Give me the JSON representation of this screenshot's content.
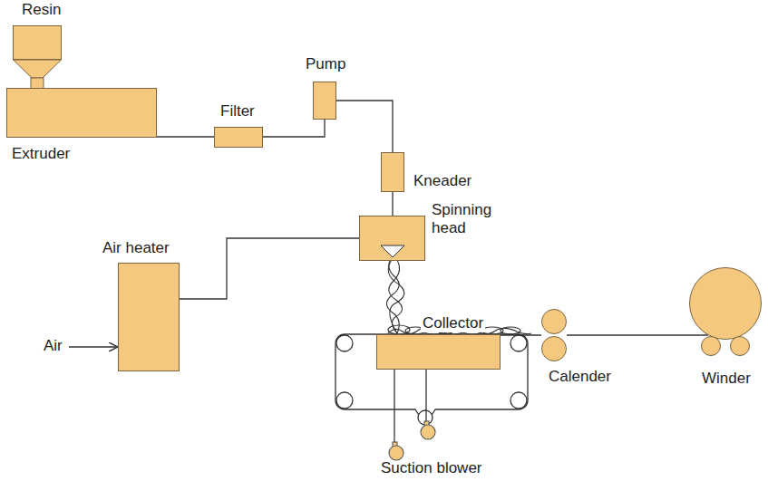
{
  "diagram": {
    "nodes": [
      {
        "text": [
          "Resin"
        ]
      },
      {
        "text": [
          "Extruder"
        ]
      },
      {
        "text": [
          "Filter"
        ]
      },
      {
        "text": [
          "Pump"
        ]
      },
      {
        "text": [
          "Kneader"
        ]
      },
      {
        "text": [
          "Spinning head"
        ]
      },
      {
        "text": [
          "Air heater"
        ]
      },
      {
        "text": [
          "Collector"
        ]
      },
      {
        "text": [
          "Calender"
        ]
      },
      {
        "text": [
          "Winder"
        ]
      }
    ],
    "edges": [
      {
        "from": 1,
        "to": 2,
        "arrow": "none"
      },
      {
        "from": 2,
        "to": 3,
        "arrow": "none"
      },
      {
        "from": 3,
        "to": 4,
        "arrow": "none"
      },
      {
        "from": 4,
        "to": 5,
        "arrow": "none"
      },
      {
        "from": 6,
        "to": 5,
        "arrow": "none"
      },
      {
        "from": 7,
        "to": 8,
        "arrow": "none"
      },
      {
        "from": 8,
        "to": 9,
        "arrow": "none"
      }
    ],
    "labels": [
      "Air",
      "Suction blower"
    ]
  }
}
